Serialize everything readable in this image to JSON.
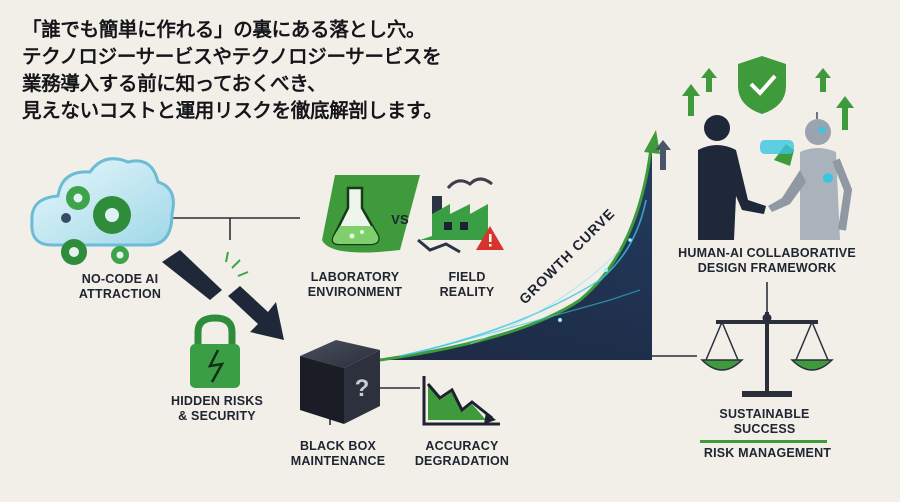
{
  "headline": {
    "line1": "「誰でも簡単に作れる」の裏にある落とし穴。",
    "line2": "テクノロジーサービスやテクノロジーサービスを",
    "line3": "業務導入する前に知っておくべき、",
    "line4": "見えないコストと運用リスクを徹底解剖します。"
  },
  "nodes": {
    "nocode": {
      "line1": "NO-CODE AI",
      "line2": "ATTRACTION"
    },
    "lab": {
      "line1": "LABORATORY",
      "line2": "ENVIRONMENT"
    },
    "vs": "VS",
    "field": {
      "line1": "FIELD",
      "line2": "REALITY"
    },
    "risks": {
      "line1": "HIDDEN RISKS",
      "line2": "& SECURITY"
    },
    "blackbox": {
      "line1": "BLACK BOX",
      "line2": "MAINTENANCE",
      "mark": "?"
    },
    "accuracy": {
      "line1": "ACCURACY",
      "line2": "DEGRADATION"
    },
    "growth": "GROWTH CURVE",
    "framework": {
      "line1": "HUMAN-AI COLLABORATIVE",
      "line2": "DESIGN FRAMEWORK"
    },
    "success": {
      "line1": "SUSTAINABLE",
      "line2": "SUCCESS"
    },
    "riskmgmt": "RISK MANAGEMENT"
  },
  "colors": {
    "green": "#3f9a3c",
    "navy": "#1d2a44",
    "cyan": "#39c6e0",
    "red": "#d9342b"
  }
}
